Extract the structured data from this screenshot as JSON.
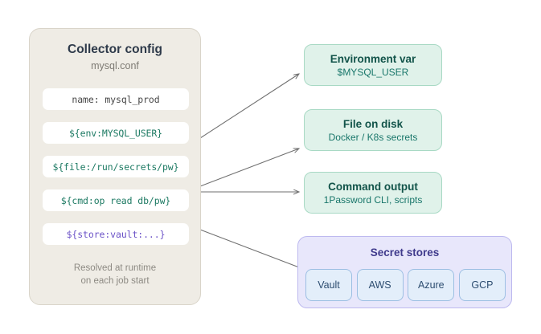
{
  "diagram": {
    "type": "flow",
    "background": "#ffffff",
    "colors": {
      "config_panel_fill": "#efece5",
      "config_panel_border": "#d9d4c9",
      "row_fill": "#ffffff",
      "row_plain_text": "#474747",
      "row_expr_text": "#1d7a63",
      "row_store_text": "#6b52c7",
      "green_fill": "#e0f2ea",
      "green_border": "#a8d9c4",
      "green_title": "#12544a",
      "green_sub": "#18766a",
      "stores_fill": "#e8e7fb",
      "stores_border": "#bdb9ef",
      "stores_title": "#3f3a8c",
      "chip_fill": "#e3eefa",
      "chip_border": "#9dbfe3",
      "chip_text": "#2d4d70",
      "arrow": "#6f6f6f"
    }
  },
  "config": {
    "title": "Collector config",
    "subtitle": "mysql.conf",
    "rows": [
      {
        "text": "name: mysql_prod",
        "style": "plain"
      },
      {
        "text": "${env:MYSQL_USER}",
        "style": "expr"
      },
      {
        "text": "${file:/run/secrets/pw}",
        "style": "expr"
      },
      {
        "text": "${cmd:op read db/pw}",
        "style": "expr"
      },
      {
        "text": "${store:vault:...}",
        "style": "store"
      }
    ],
    "footer_line1": "Resolved at runtime",
    "footer_line2": "on each job start"
  },
  "destinations": [
    {
      "title": "Environment var",
      "subtitle": "$MYSQL_USER"
    },
    {
      "title": "File on disk",
      "subtitle": "Docker / K8s secrets"
    },
    {
      "title": "Command output",
      "subtitle": "1Password CLI, scripts"
    }
  ],
  "stores": {
    "title": "Secret stores",
    "chips": [
      "Vault",
      "AWS",
      "Azure",
      "GCP"
    ]
  },
  "connections": [
    {
      "from": "${env:MYSQL_USER}",
      "to": "Environment var",
      "arrowhead": true
    },
    {
      "from": "${file:/run/secrets/pw}",
      "to": "File on disk",
      "arrowhead": true
    },
    {
      "from": "${cmd:op read db/pw}",
      "to": "Command output",
      "arrowhead": true
    },
    {
      "from": "${store:vault:...}",
      "to": "Secret stores",
      "arrowhead": false
    }
  ]
}
